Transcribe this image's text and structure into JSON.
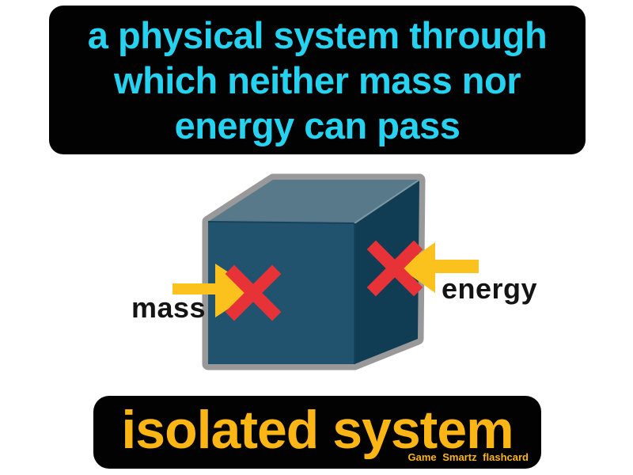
{
  "definition": {
    "lines": [
      "a physical system through",
      "which neither mass nor",
      "energy can pass"
    ],
    "text_color": "#25D2F0",
    "background": "#020202"
  },
  "term": {
    "label": "isolated system",
    "text_color": "#FBB615",
    "background": "#020202"
  },
  "credit": {
    "label": "Game Smartz flashcard",
    "text_color": "#FBB615"
  },
  "diagram": {
    "labels": {
      "mass": "mass",
      "energy": "energy"
    },
    "colors": {
      "outline": "#999999",
      "cube_top": "#57798A",
      "cube_front": "#21536E",
      "cube_side": "#103C54",
      "edge_dark": "#16435C",
      "edge_light": "#7D97A4",
      "arrow": "#FBC21D",
      "cross": "#E73238",
      "label_text": "#141414"
    }
  }
}
